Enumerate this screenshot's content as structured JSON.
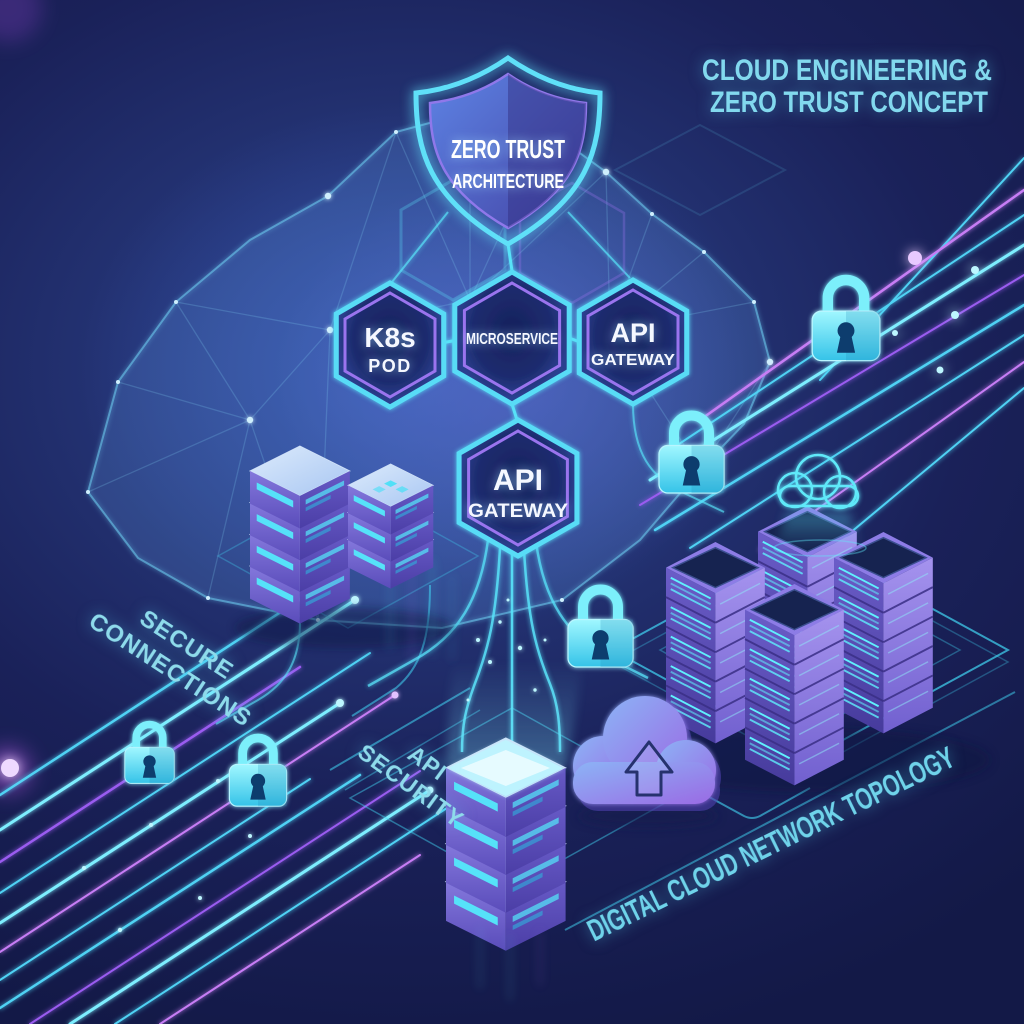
{
  "header": {
    "title_line1": "CLOUD ENGINEERING &",
    "title_line2": "ZERO TRUST CONCEPT"
  },
  "shield": {
    "line1": "ZERO TRUST",
    "line2": "ARCHITECTURE"
  },
  "hexagons": {
    "k8s_pod": {
      "line1": "K8s",
      "line2": "POD"
    },
    "microservice": {
      "label": "MICROSERVICE"
    },
    "api_gateway_right": {
      "line1": "API",
      "line2": "GATEWAY"
    },
    "api_gateway_center": {
      "line1": "API",
      "line2": "GATEWAY"
    }
  },
  "annotations": {
    "secure_connections": {
      "line1": "SECURE",
      "line2": "CONNECTIONS"
    },
    "api_security": {
      "line1": "API",
      "line2": "SECURITY"
    },
    "topology": {
      "label": "DIGITAL CLOUD NETWORK TOPOLOGY"
    }
  },
  "icons": {
    "shield": "shield-icon",
    "padlock": "padlock-icon",
    "wireframe_cloud": "wireframe-cloud-icon",
    "cloud_upload": "cloud-upload-icon",
    "cloud_hologram": "cloud-hologram-icon",
    "server_stack": "server-stack-icon",
    "server_tower": "server-tower-icon",
    "light_stream": "light-stream-lines"
  },
  "scene": {
    "padlock_count": 5,
    "server_tower_count": 4
  },
  "colors": {
    "background_dark": "#131947",
    "background_mid": "#22306f",
    "background_glow": "#2c4492",
    "accent_cyan": "#55dff5",
    "accent_bright_cyan": "#7deeff",
    "accent_purple": "#9a5cf0",
    "hex_border_purple": "#9a74ee",
    "text_cyan": "#82d9ee",
    "text_white": "#f5f8ff",
    "server_purple": "#8478dc",
    "lock_cyan": "#5ee9f8"
  }
}
